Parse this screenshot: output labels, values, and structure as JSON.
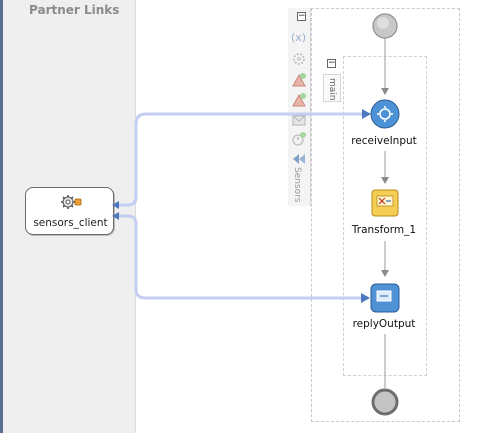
{
  "partner_links": {
    "title": "Partner Links",
    "node_label": "sensors_client"
  },
  "scope": {
    "main_label": "main",
    "collapse_glyph": "−"
  },
  "toolbar": {
    "collapse_glyph": "−",
    "sensors_label": "Sensors",
    "icons": [
      "variables-icon",
      "correlation-set-icon",
      "alert-add-icon",
      "alert-edit-icon",
      "message-icon",
      "timer-add-icon",
      "rewind-icon"
    ]
  },
  "activities": [
    {
      "name": "receiveInput",
      "kind": "receive"
    },
    {
      "name": "Transform_1",
      "kind": "transform"
    },
    {
      "name": "replyOutput",
      "kind": "reply"
    }
  ],
  "colors": {
    "wire": "#c4cdf3",
    "wire_arrow": "#4b78c0",
    "receive": "#4d92d6",
    "transform": "#f5cf55",
    "reply": "#4f93d6",
    "start_end": "#b9b9b9"
  }
}
